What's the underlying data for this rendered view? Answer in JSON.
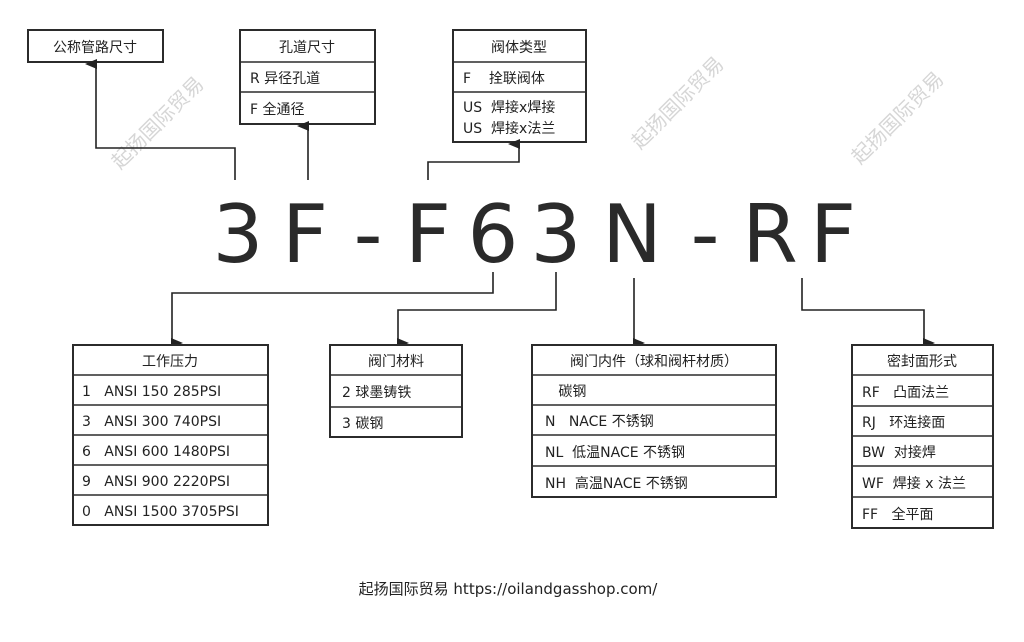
{
  "code_chars": [
    "3",
    "F",
    "-",
    "F",
    "6",
    "3",
    "N",
    "-",
    "R",
    "F"
  ],
  "top_boxes": {
    "nominal_size": {
      "title": "公称管路尺寸"
    },
    "bore": {
      "title": "孔道尺寸",
      "rows": [
        "R 异径孔道",
        "F 全通径"
      ]
    },
    "body_type": {
      "title": "阀体类型",
      "rows": [
        "F    拴联阀体",
        "US  焊接x焊接",
        "US  焊接x法兰"
      ]
    }
  },
  "bottom_boxes": {
    "pressure": {
      "title": "工作压力",
      "rows": [
        "1   ANSI 150 285PSI",
        "3   ANSI 300 740PSI",
        "6   ANSI 600 1480PSI",
        "9   ANSI 900 2220PSI",
        "0   ANSI 1500 3705PSI"
      ]
    },
    "material": {
      "title": "阀门材料",
      "rows": [
        "2 球墨铸铁",
        "3 碳钢"
      ]
    },
    "trim": {
      "title": "阀门内件（球和阀杆材质）",
      "rows": [
        "   碳钢",
        "N   NACE 不锈钢",
        "NL  低温NACE 不锈钢",
        "NH  高温NACE 不锈钢"
      ]
    },
    "facing": {
      "title": "密封面形式",
      "rows": [
        "RF   凸面法兰",
        "RJ   环连接面",
        "BW  对接焊",
        "WF  焊接 x 法兰",
        "FF   全平面"
      ]
    }
  },
  "watermark": "起扬国际贸易",
  "footer": "起扬国际贸易 https://oilandgasshop.com/"
}
